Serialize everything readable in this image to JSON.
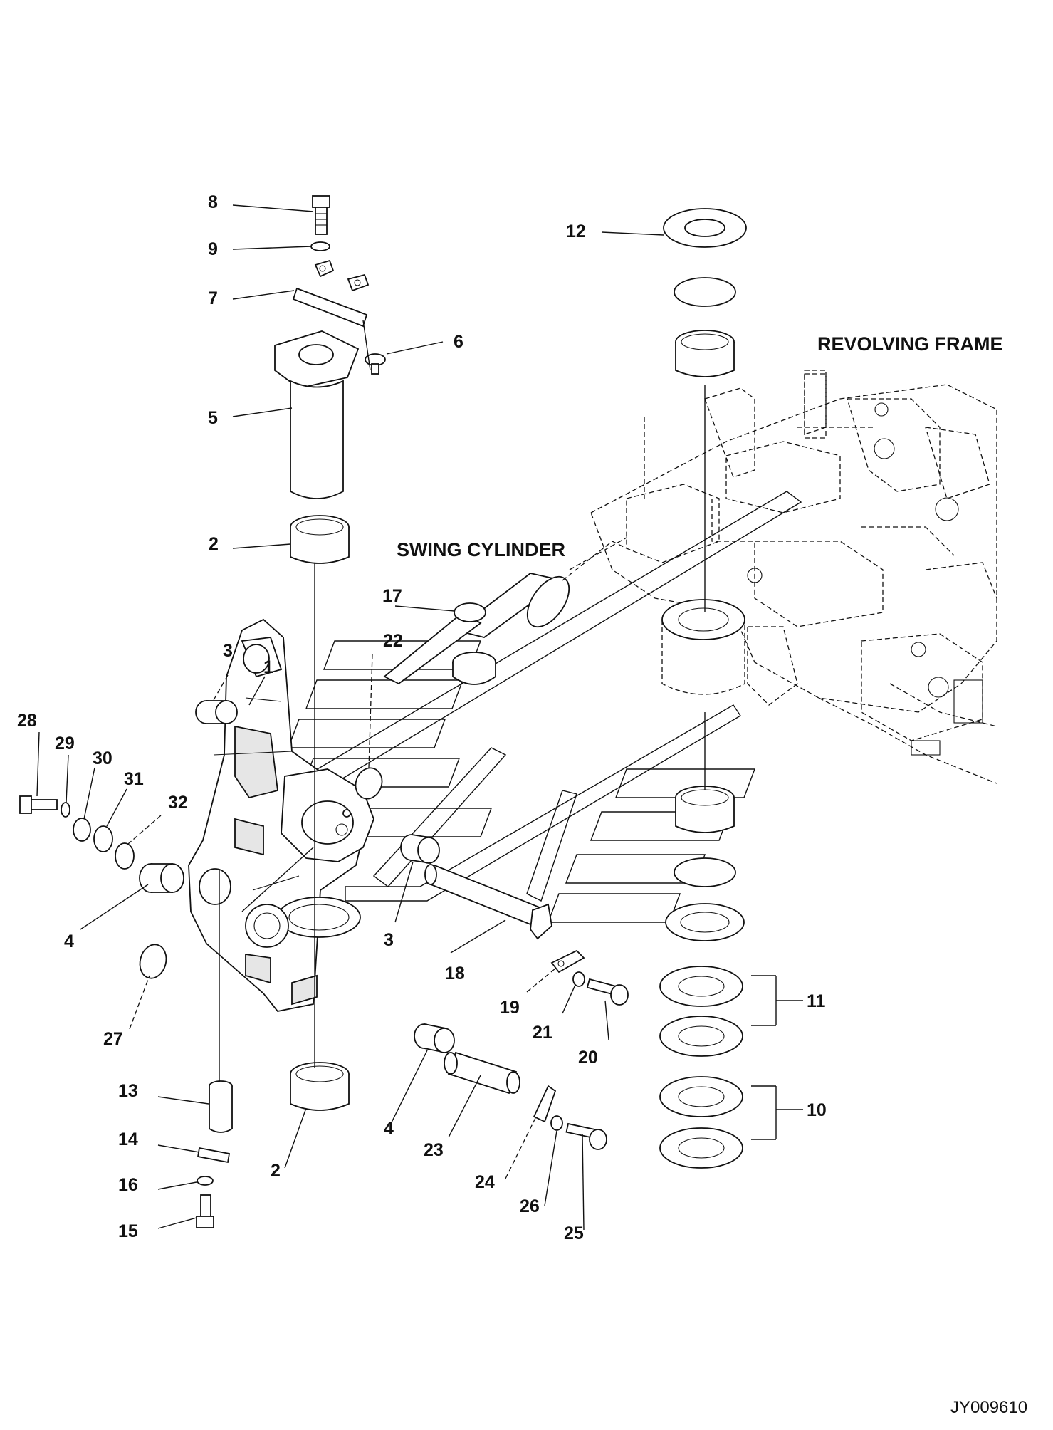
{
  "diagram": {
    "titles": {
      "revolving_frame": "REVOLVING FRAME",
      "swing_cylinder": "SWING CYLINDER"
    },
    "drawing_code": "JY009610",
    "callouts": [
      "1",
      "2",
      "3",
      "4",
      "5",
      "6",
      "7",
      "8",
      "9",
      "10",
      "11",
      "12",
      "13",
      "14",
      "15",
      "16",
      "17",
      "18",
      "19",
      "20",
      "21",
      "22",
      "23",
      "24",
      "25",
      "26",
      "27",
      "28",
      "29",
      "30",
      "31",
      "32"
    ]
  }
}
